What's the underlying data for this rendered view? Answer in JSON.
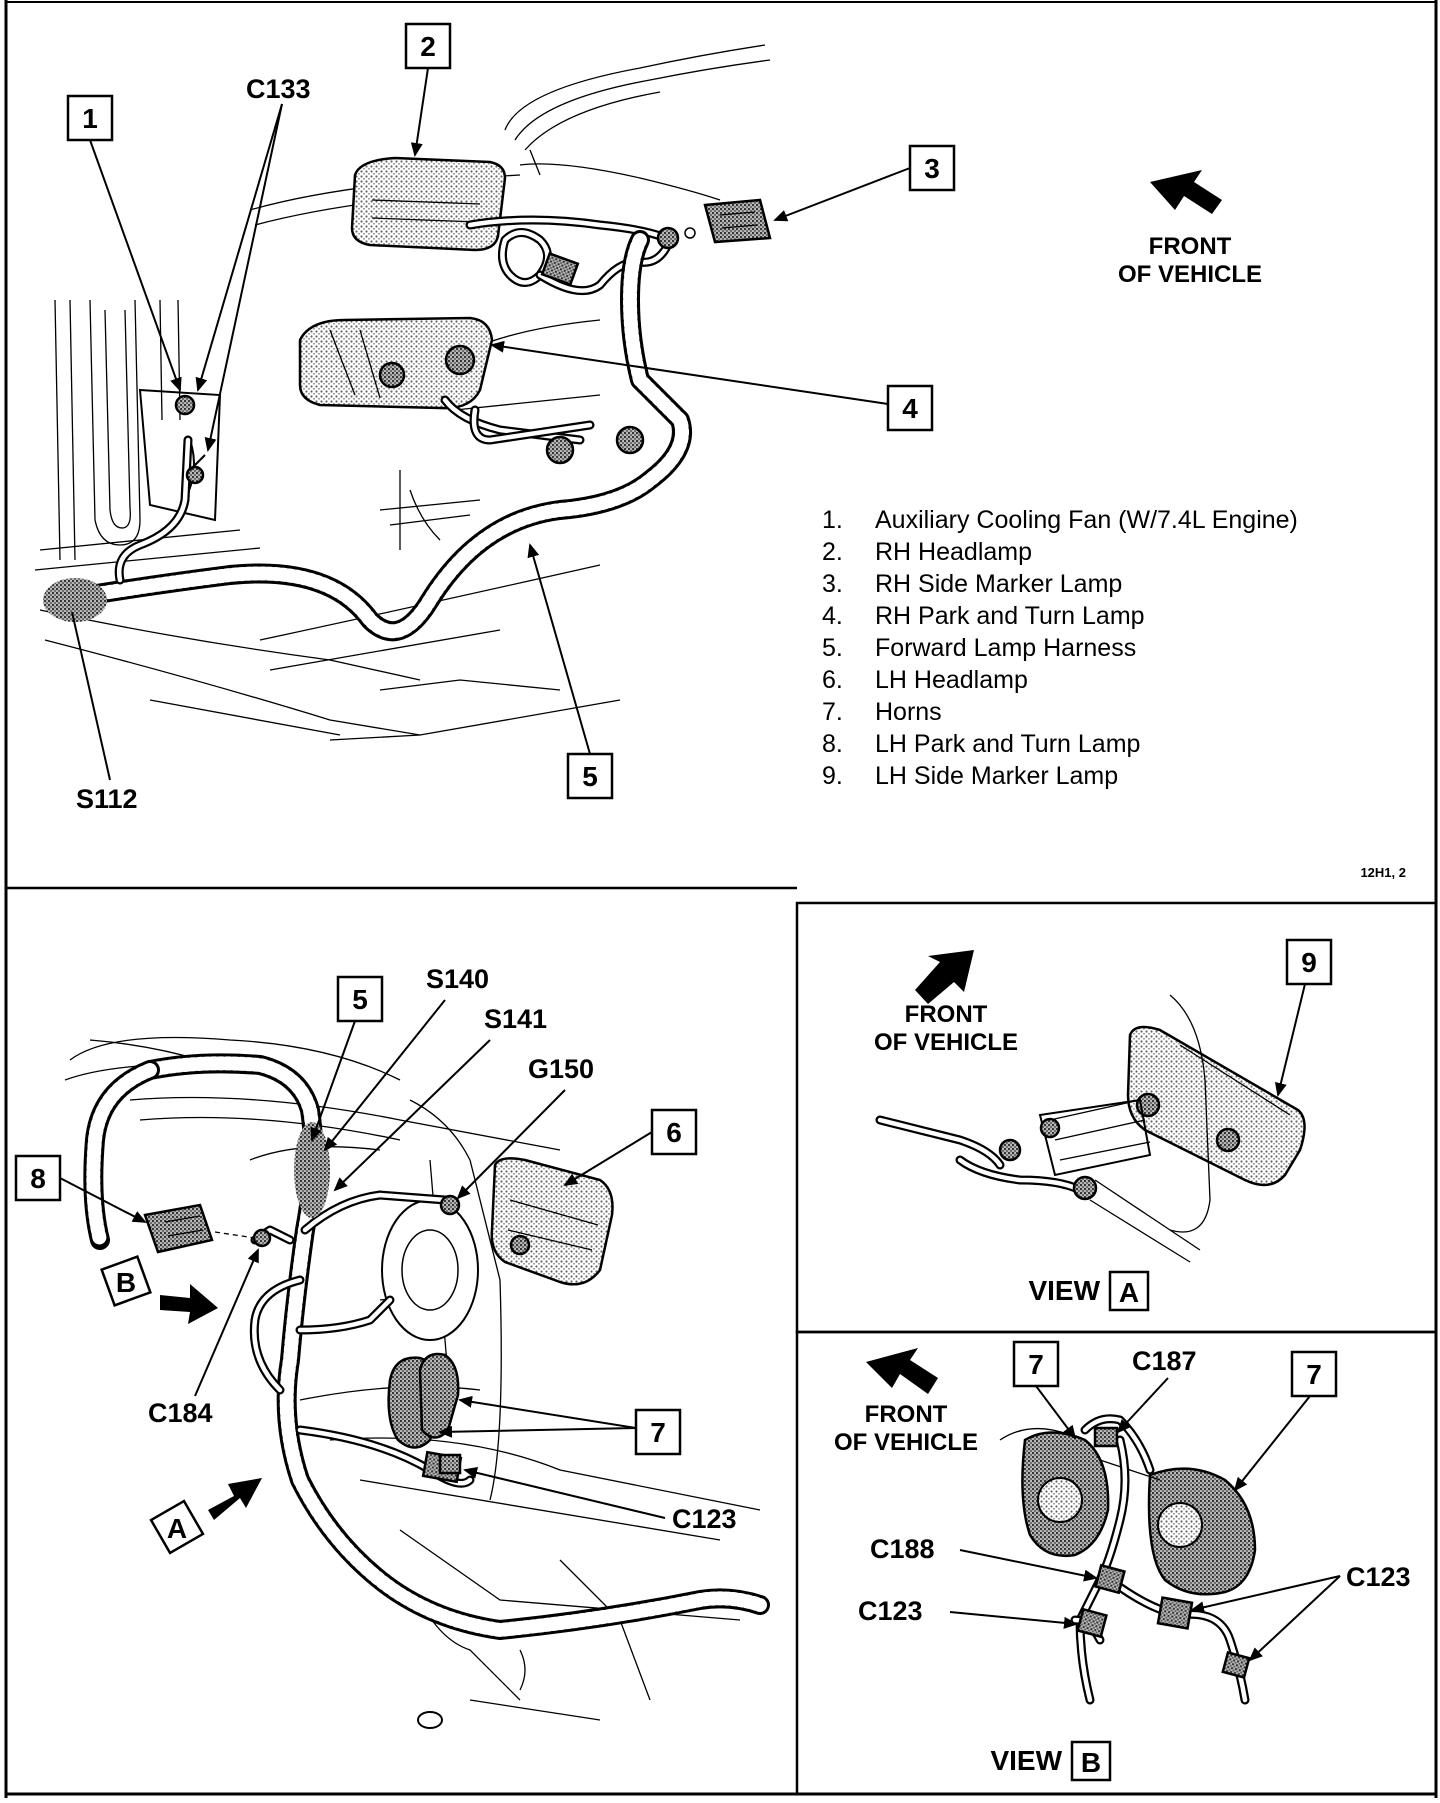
{
  "top": {
    "callouts": [
      "1",
      "2",
      "3",
      "4",
      "5"
    ],
    "labels": {
      "c133": "C133",
      "s112": "S112"
    },
    "front": {
      "line1": "FRONT",
      "line2": "OF VEHICLE"
    },
    "legend": [
      {
        "num": "1.",
        "text": "Auxiliary Cooling Fan (W/7.4L Engine)"
      },
      {
        "num": "2.",
        "text": "RH Headlamp"
      },
      {
        "num": "3.",
        "text": "RH Side Marker Lamp"
      },
      {
        "num": "4.",
        "text": "RH Park and Turn Lamp"
      },
      {
        "num": "5.",
        "text": "Forward Lamp Harness"
      },
      {
        "num": "6.",
        "text": "LH Headlamp"
      },
      {
        "num": "7.",
        "text": "Horns"
      },
      {
        "num": "8.",
        "text": "LH Park and Turn Lamp"
      },
      {
        "num": "9.",
        "text": "LH Side Marker Lamp"
      }
    ],
    "figure_ref": "12H1, 2"
  },
  "bottom_left": {
    "callouts": {
      "five": "5",
      "six": "6",
      "seven": "7",
      "eight": "8"
    },
    "labels": {
      "s140": "S140",
      "s141": "S141",
      "g150": "G150",
      "c184": "C184",
      "c123": "C123"
    },
    "view_markers": {
      "a": "A",
      "b": "B"
    }
  },
  "view_a": {
    "callout": "9",
    "front": {
      "line1": "FRONT",
      "line2": "OF VEHICLE"
    },
    "view_word": "VIEW",
    "view_letter": "A"
  },
  "view_b": {
    "callouts": {
      "left": "7",
      "right": "7"
    },
    "labels": {
      "c187": "C187",
      "c188": "C188",
      "c123_left": "C123",
      "c123_right": "C123"
    },
    "front": {
      "line1": "FRONT",
      "line2": "OF VEHICLE"
    },
    "view_word": "VIEW",
    "view_letter": "B"
  }
}
